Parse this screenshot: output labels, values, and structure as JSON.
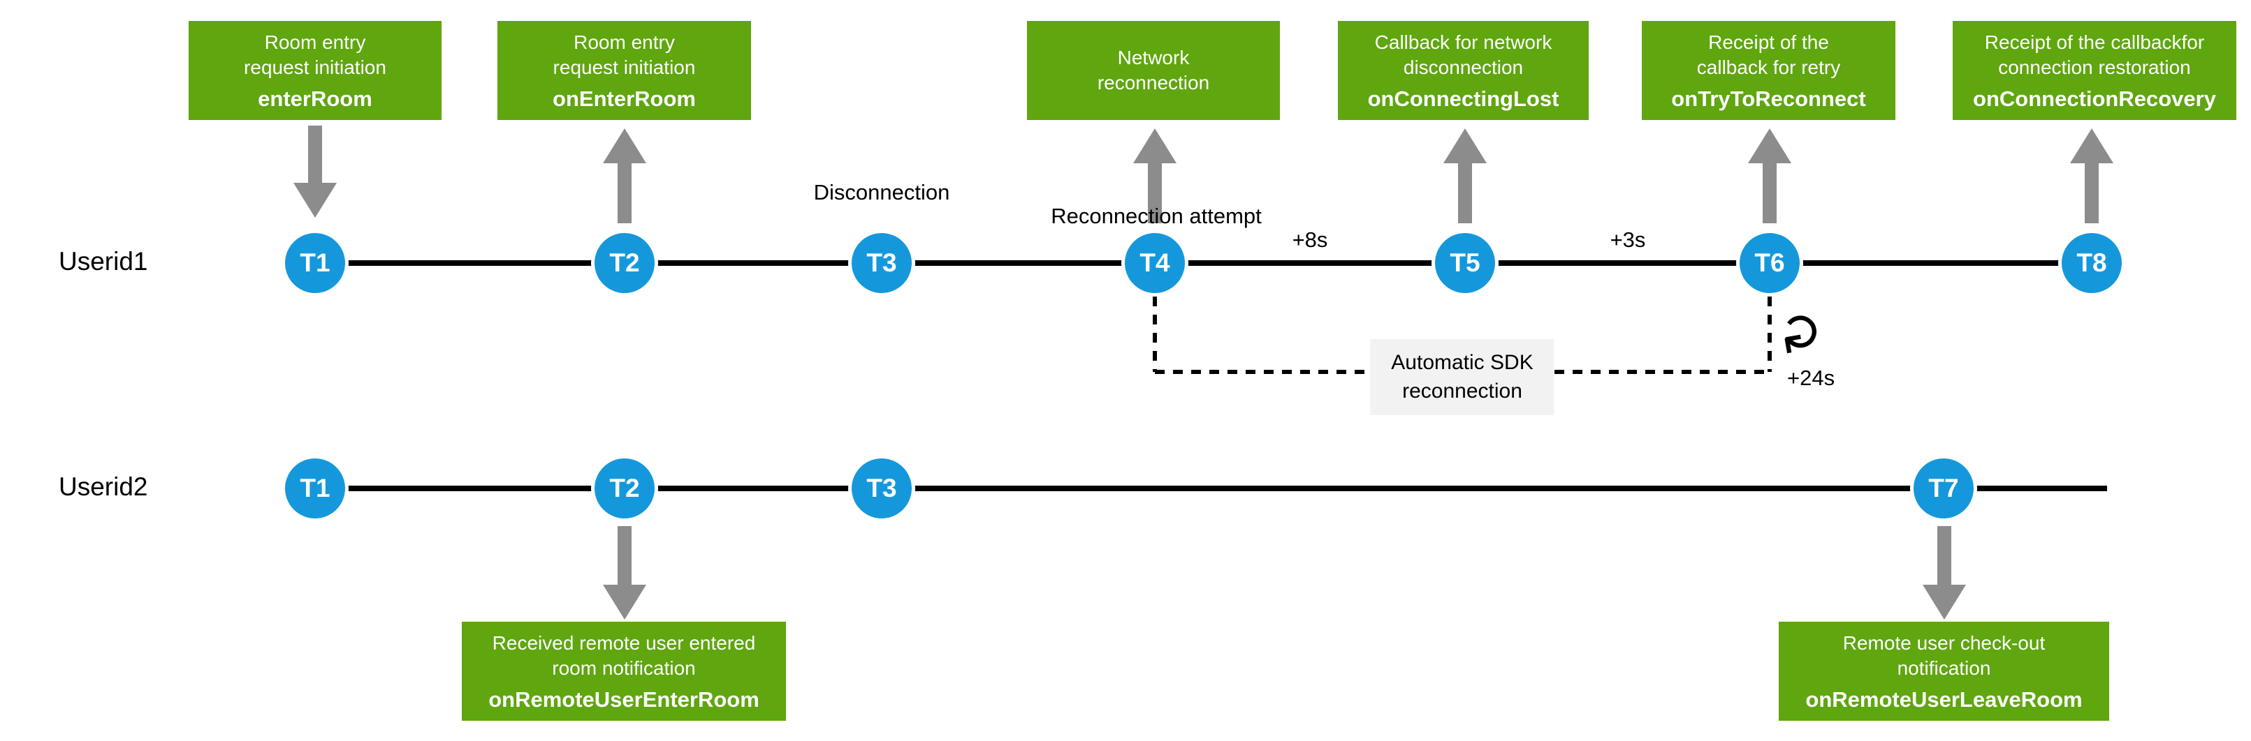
{
  "colors": {
    "event_box_green": "#5FA60F",
    "node_blue": "#1598DB",
    "arrow_gray": "#8C8C8C",
    "timeline_black": "#000000",
    "sdk_label_bg": "#F2F2F2"
  },
  "lanes": {
    "lane1": {
      "label": "Userid1"
    },
    "lane2": {
      "label": "Userid2"
    }
  },
  "nodes": {
    "u1t1": "T1",
    "u1t2": "T2",
    "u1t3": "T3",
    "u1t4": "T4",
    "u1t5": "T5",
    "u1t6": "T6",
    "u1t8": "T8",
    "u2t1": "T1",
    "u2t2": "T2",
    "u2t3": "T3",
    "u2t7": "T7"
  },
  "event_boxes": {
    "enter_room": {
      "desc": "Room entry\nrequest initiation",
      "name": "enterRoom"
    },
    "on_enter_room": {
      "desc": "Room entry\nrequest initiation",
      "name": "onEnterRoom"
    },
    "network_reconnection": {
      "desc": "Network\nreconnection"
    },
    "on_connecting_lost": {
      "desc": "Callback for network\ndisconnection",
      "name": "onConnectingLost"
    },
    "on_try_to_reconnect": {
      "desc": "Receipt of the\ncallback for retry",
      "name": "onTryToReconnect"
    },
    "on_connection_recovery": {
      "desc": "Receipt of the callbackfor\nconnection restoration",
      "name": "onConnectionRecovery"
    },
    "on_remote_user_enter_room": {
      "desc": "Received remote user entered\nroom notification",
      "name": "onRemoteUserEnterRoom"
    },
    "on_remote_user_leave_room": {
      "desc": "Remote user check-out\nnotification",
      "name": "onRemoteUserLeaveRoom"
    }
  },
  "annotations": {
    "disconnection": "Disconnection",
    "reconnection_attempt": "Reconnection attempt",
    "plus_8s": "+8s",
    "plus_3s": "+3s",
    "plus_24s": "+24s",
    "auto_sdk": "Automatic SDK\nreconnection"
  },
  "icons": {
    "refresh": "↻"
  }
}
